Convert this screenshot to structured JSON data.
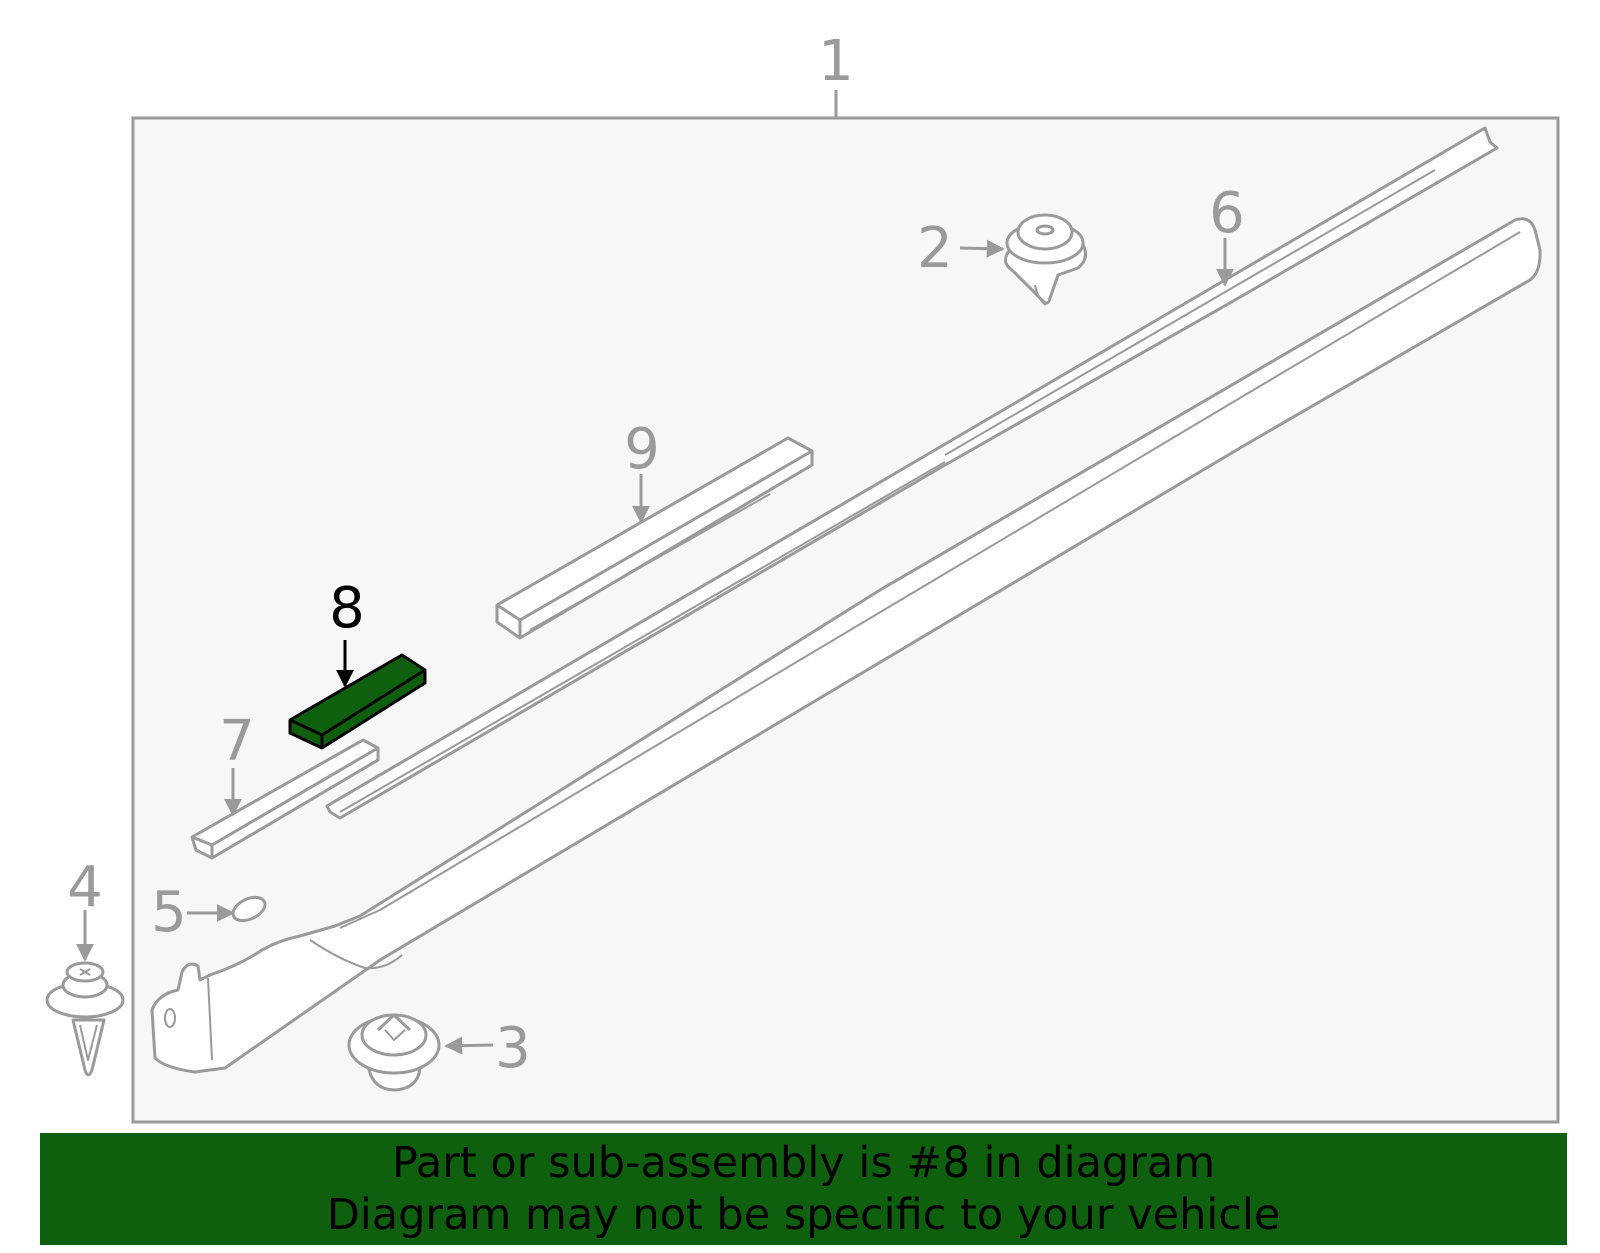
{
  "diagram": {
    "callouts": [
      {
        "id": "1",
        "label": "1"
      },
      {
        "id": "2",
        "label": "2"
      },
      {
        "id": "3",
        "label": "3"
      },
      {
        "id": "4",
        "label": "4"
      },
      {
        "id": "5",
        "label": "5"
      },
      {
        "id": "6",
        "label": "6"
      },
      {
        "id": "7",
        "label": "7"
      },
      {
        "id": "8",
        "label": "8",
        "highlighted": true
      },
      {
        "id": "9",
        "label": "9"
      }
    ],
    "highlight_color": "#0e5f0e",
    "line_color": "#9a9a9a",
    "panel_fill": "#f7f7f7"
  },
  "banner": {
    "line1": "Part or sub-assembly is #8 in diagram",
    "line2": "Diagram may not be specific to your vehicle",
    "background": "#0e5f0e"
  }
}
